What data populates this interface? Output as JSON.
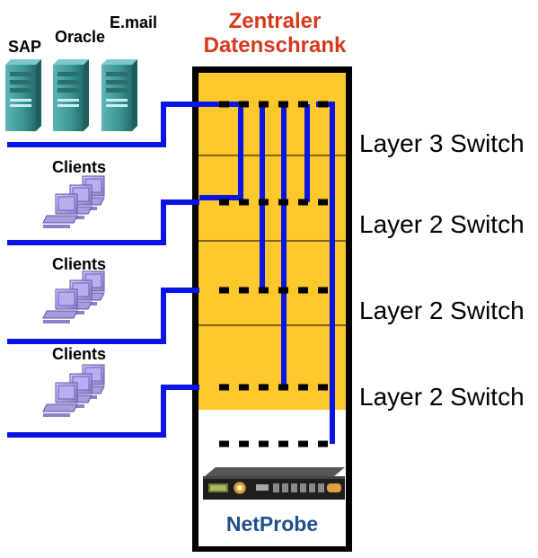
{
  "servers": [
    {
      "label": "SAP"
    },
    {
      "label": "Oracle"
    },
    {
      "label": "E.mail"
    }
  ],
  "clients_groups": [
    {
      "label": "Clients"
    },
    {
      "label": "Clients"
    },
    {
      "label": "Clients"
    }
  ],
  "cabinet": {
    "title_line1": "Zentraler",
    "title_line2": "Datenschrank"
  },
  "switches": [
    {
      "label": "Layer 3 Switch"
    },
    {
      "label": "Layer 2 Switch"
    },
    {
      "label": "Layer 2 Switch"
    },
    {
      "label": "Layer 2 Switch"
    }
  ],
  "probe": {
    "label": "NetProbe"
  },
  "colors": {
    "title": "#d8371b",
    "cable": "#0a14e6",
    "cabinet_fill": "#fdc82b",
    "probe_label": "#1f4e8c",
    "server": "#3c9a9a",
    "client": "#9b8fd6"
  }
}
